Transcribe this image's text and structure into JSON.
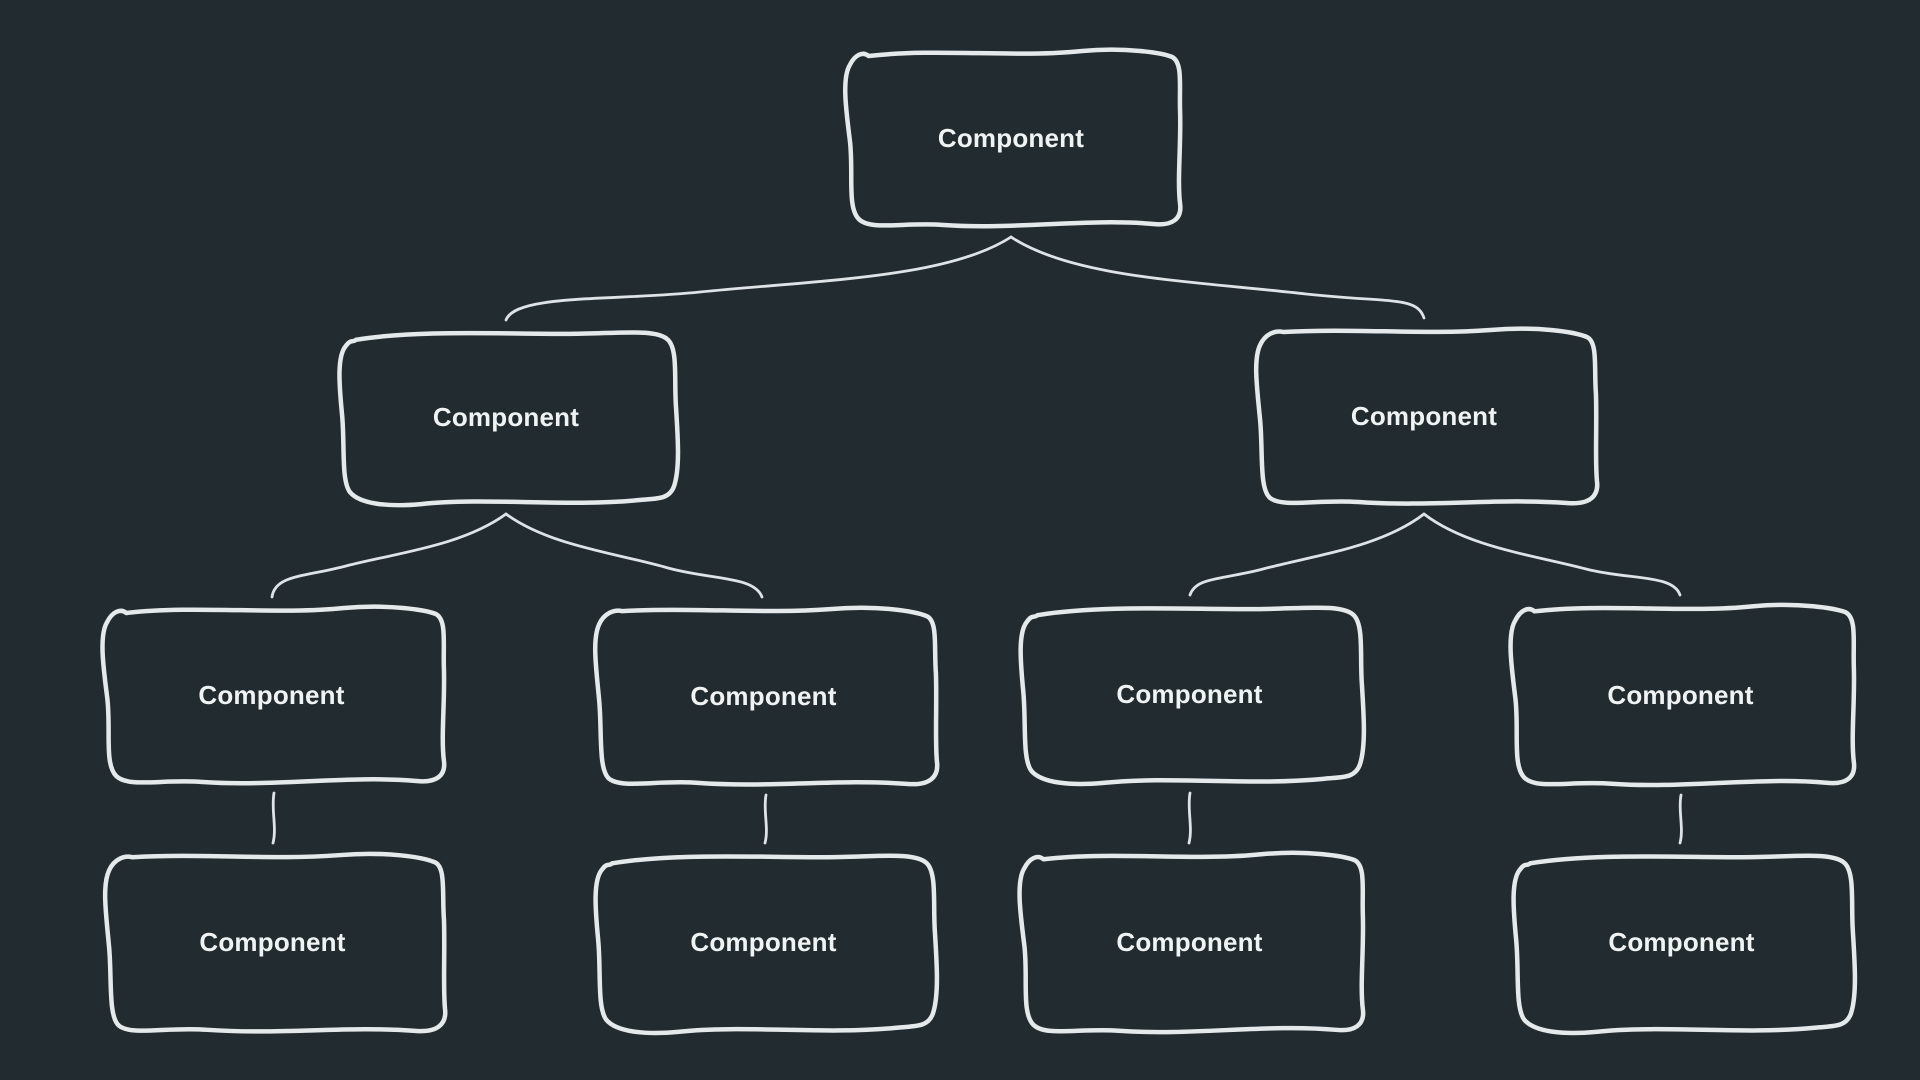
{
  "diagram": {
    "type": "tree",
    "style": "hand-drawn-sketch",
    "colors": {
      "background": "#222b2f",
      "node_border": "#e4e9eb",
      "connector": "#dde3e6",
      "label_text": "#f0f3f4"
    },
    "nodes": [
      {
        "id": "n0",
        "label": "Component",
        "level": 1
      },
      {
        "id": "n1",
        "label": "Component",
        "level": 2
      },
      {
        "id": "n2",
        "label": "Component",
        "level": 2
      },
      {
        "id": "n3",
        "label": "Component",
        "level": 3
      },
      {
        "id": "n4",
        "label": "Component",
        "level": 3
      },
      {
        "id": "n5",
        "label": "Component",
        "level": 3
      },
      {
        "id": "n6",
        "label": "Component",
        "level": 3
      },
      {
        "id": "n7",
        "label": "Component",
        "level": 4
      },
      {
        "id": "n8",
        "label": "Component",
        "level": 4
      },
      {
        "id": "n9",
        "label": "Component",
        "level": 4
      },
      {
        "id": "n10",
        "label": "Component",
        "level": 4
      }
    ],
    "edges": [
      [
        "n0",
        "n1"
      ],
      [
        "n0",
        "n2"
      ],
      [
        "n1",
        "n3"
      ],
      [
        "n1",
        "n4"
      ],
      [
        "n2",
        "n5"
      ],
      [
        "n2",
        "n6"
      ],
      [
        "n3",
        "n7"
      ],
      [
        "n4",
        "n8"
      ],
      [
        "n5",
        "n9"
      ],
      [
        "n6",
        "n10"
      ]
    ]
  }
}
